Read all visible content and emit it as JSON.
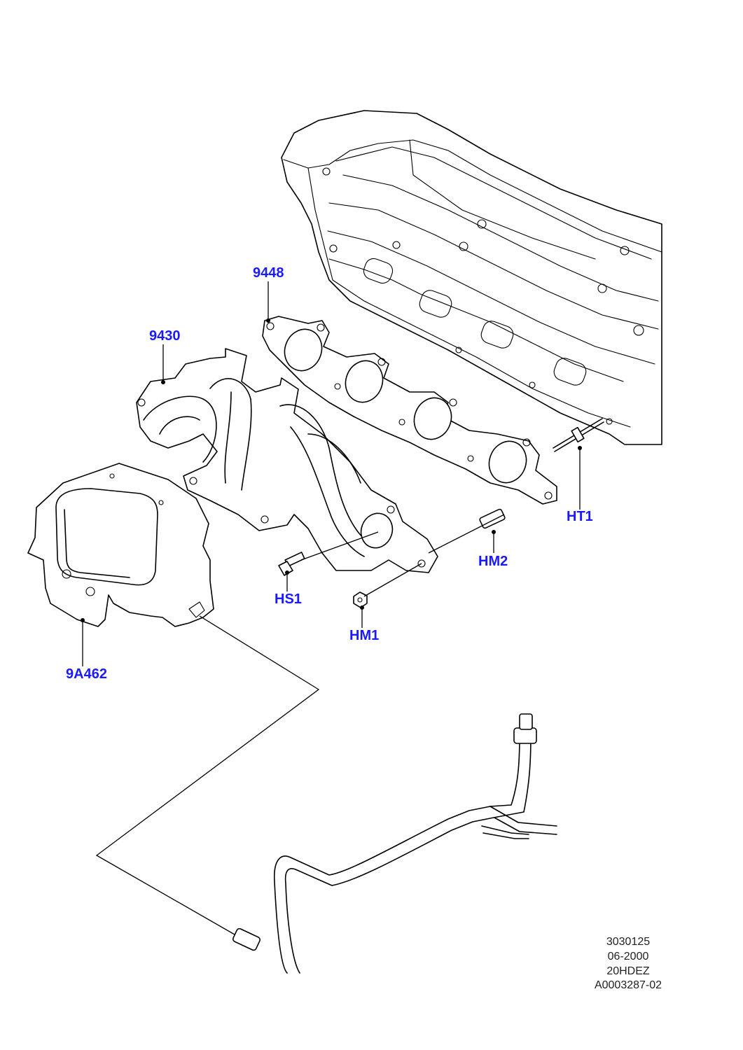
{
  "callouts": {
    "gasket": "9448",
    "manifold": "9430",
    "heat_shield": "9A462",
    "stud_ht1": "HT1",
    "stud_hm2": "HM2",
    "bolt_hs1": "HS1",
    "nut_hm1": "HM1"
  },
  "reference": {
    "line1": "3030125",
    "line2": "06-2000",
    "line3": "20HDEZ",
    "line4": "A0003287-02"
  }
}
